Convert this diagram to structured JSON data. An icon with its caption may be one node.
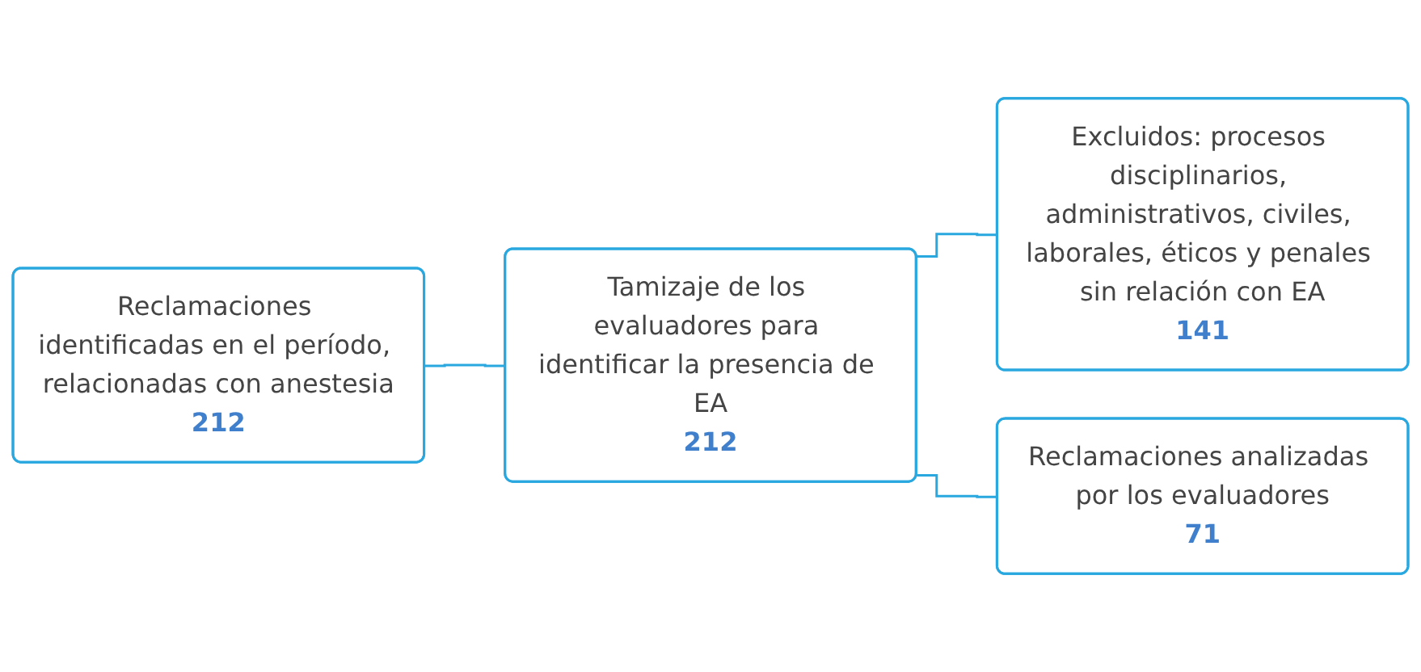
{
  "diagram": {
    "nodes": [
      {
        "text": [
          "Reclamaciones identificadas en el período, relacionadas con anestesia",
          "212"
        ]
      },
      {
        "text": [
          "Tamizaje de los evaluadores para identificar la presencia de EA",
          "212"
        ]
      },
      {
        "text": [
          "Excluidos: procesos disciplinarios, administrativos, civiles, laborales, éticos y penales sin relación con EA",
          "141"
        ]
      },
      {
        "text": [
          "Reclamaciones analizadas por los evaluadores",
          "71"
        ]
      }
    ],
    "edges": [
      {
        "from": 0,
        "to": 1,
        "arrow": "none"
      },
      {
        "from": 1,
        "to": 2,
        "arrow": "none"
      },
      {
        "from": 1,
        "to": 3,
        "arrow": "none"
      }
    ]
  }
}
